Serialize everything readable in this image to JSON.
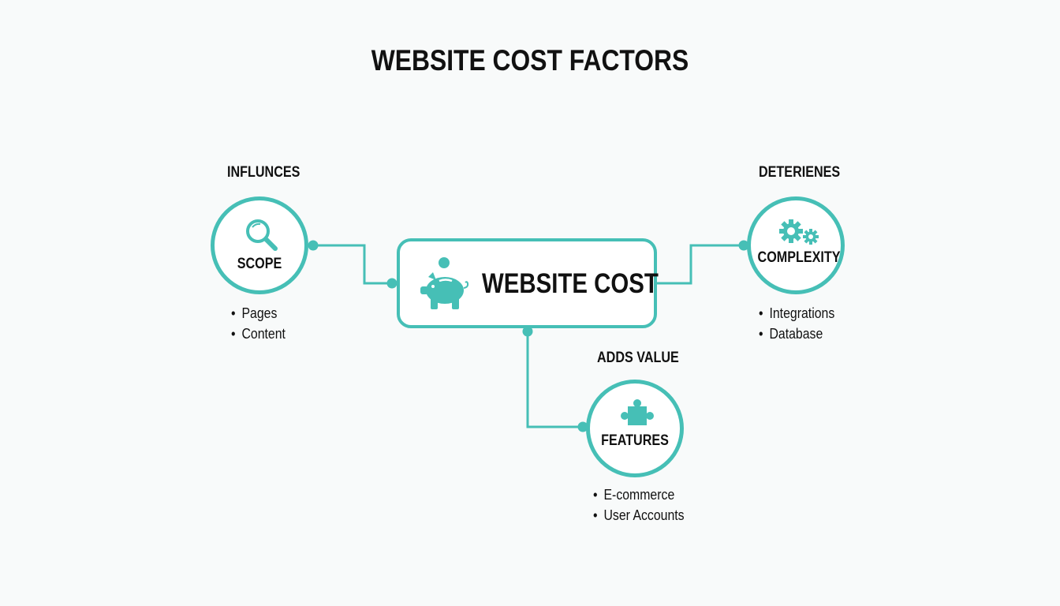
{
  "title": "WEBSITE COST FACTORS",
  "colors": {
    "accent": "#46bfb6",
    "text": "#111111",
    "background": "#f8fafa"
  },
  "center": {
    "label": "WEBSITE COST",
    "icon": "piggy-bank-icon"
  },
  "nodes": [
    {
      "id": "scope",
      "relation": "INFLUNCES",
      "label": "SCOPE",
      "icon": "magnifier-icon",
      "items": [
        "Pages",
        "Content"
      ]
    },
    {
      "id": "complexity",
      "relation": "DETERIENES",
      "label": "COMPLEXITY",
      "icon": "gears-icon",
      "items": [
        "Integrations",
        "Database"
      ]
    },
    {
      "id": "features",
      "relation": "ADDS VALUE",
      "label": "FEATURES",
      "icon": "puzzle-piece-icon",
      "items": [
        "E-commerce",
        "User Accounts"
      ]
    }
  ]
}
